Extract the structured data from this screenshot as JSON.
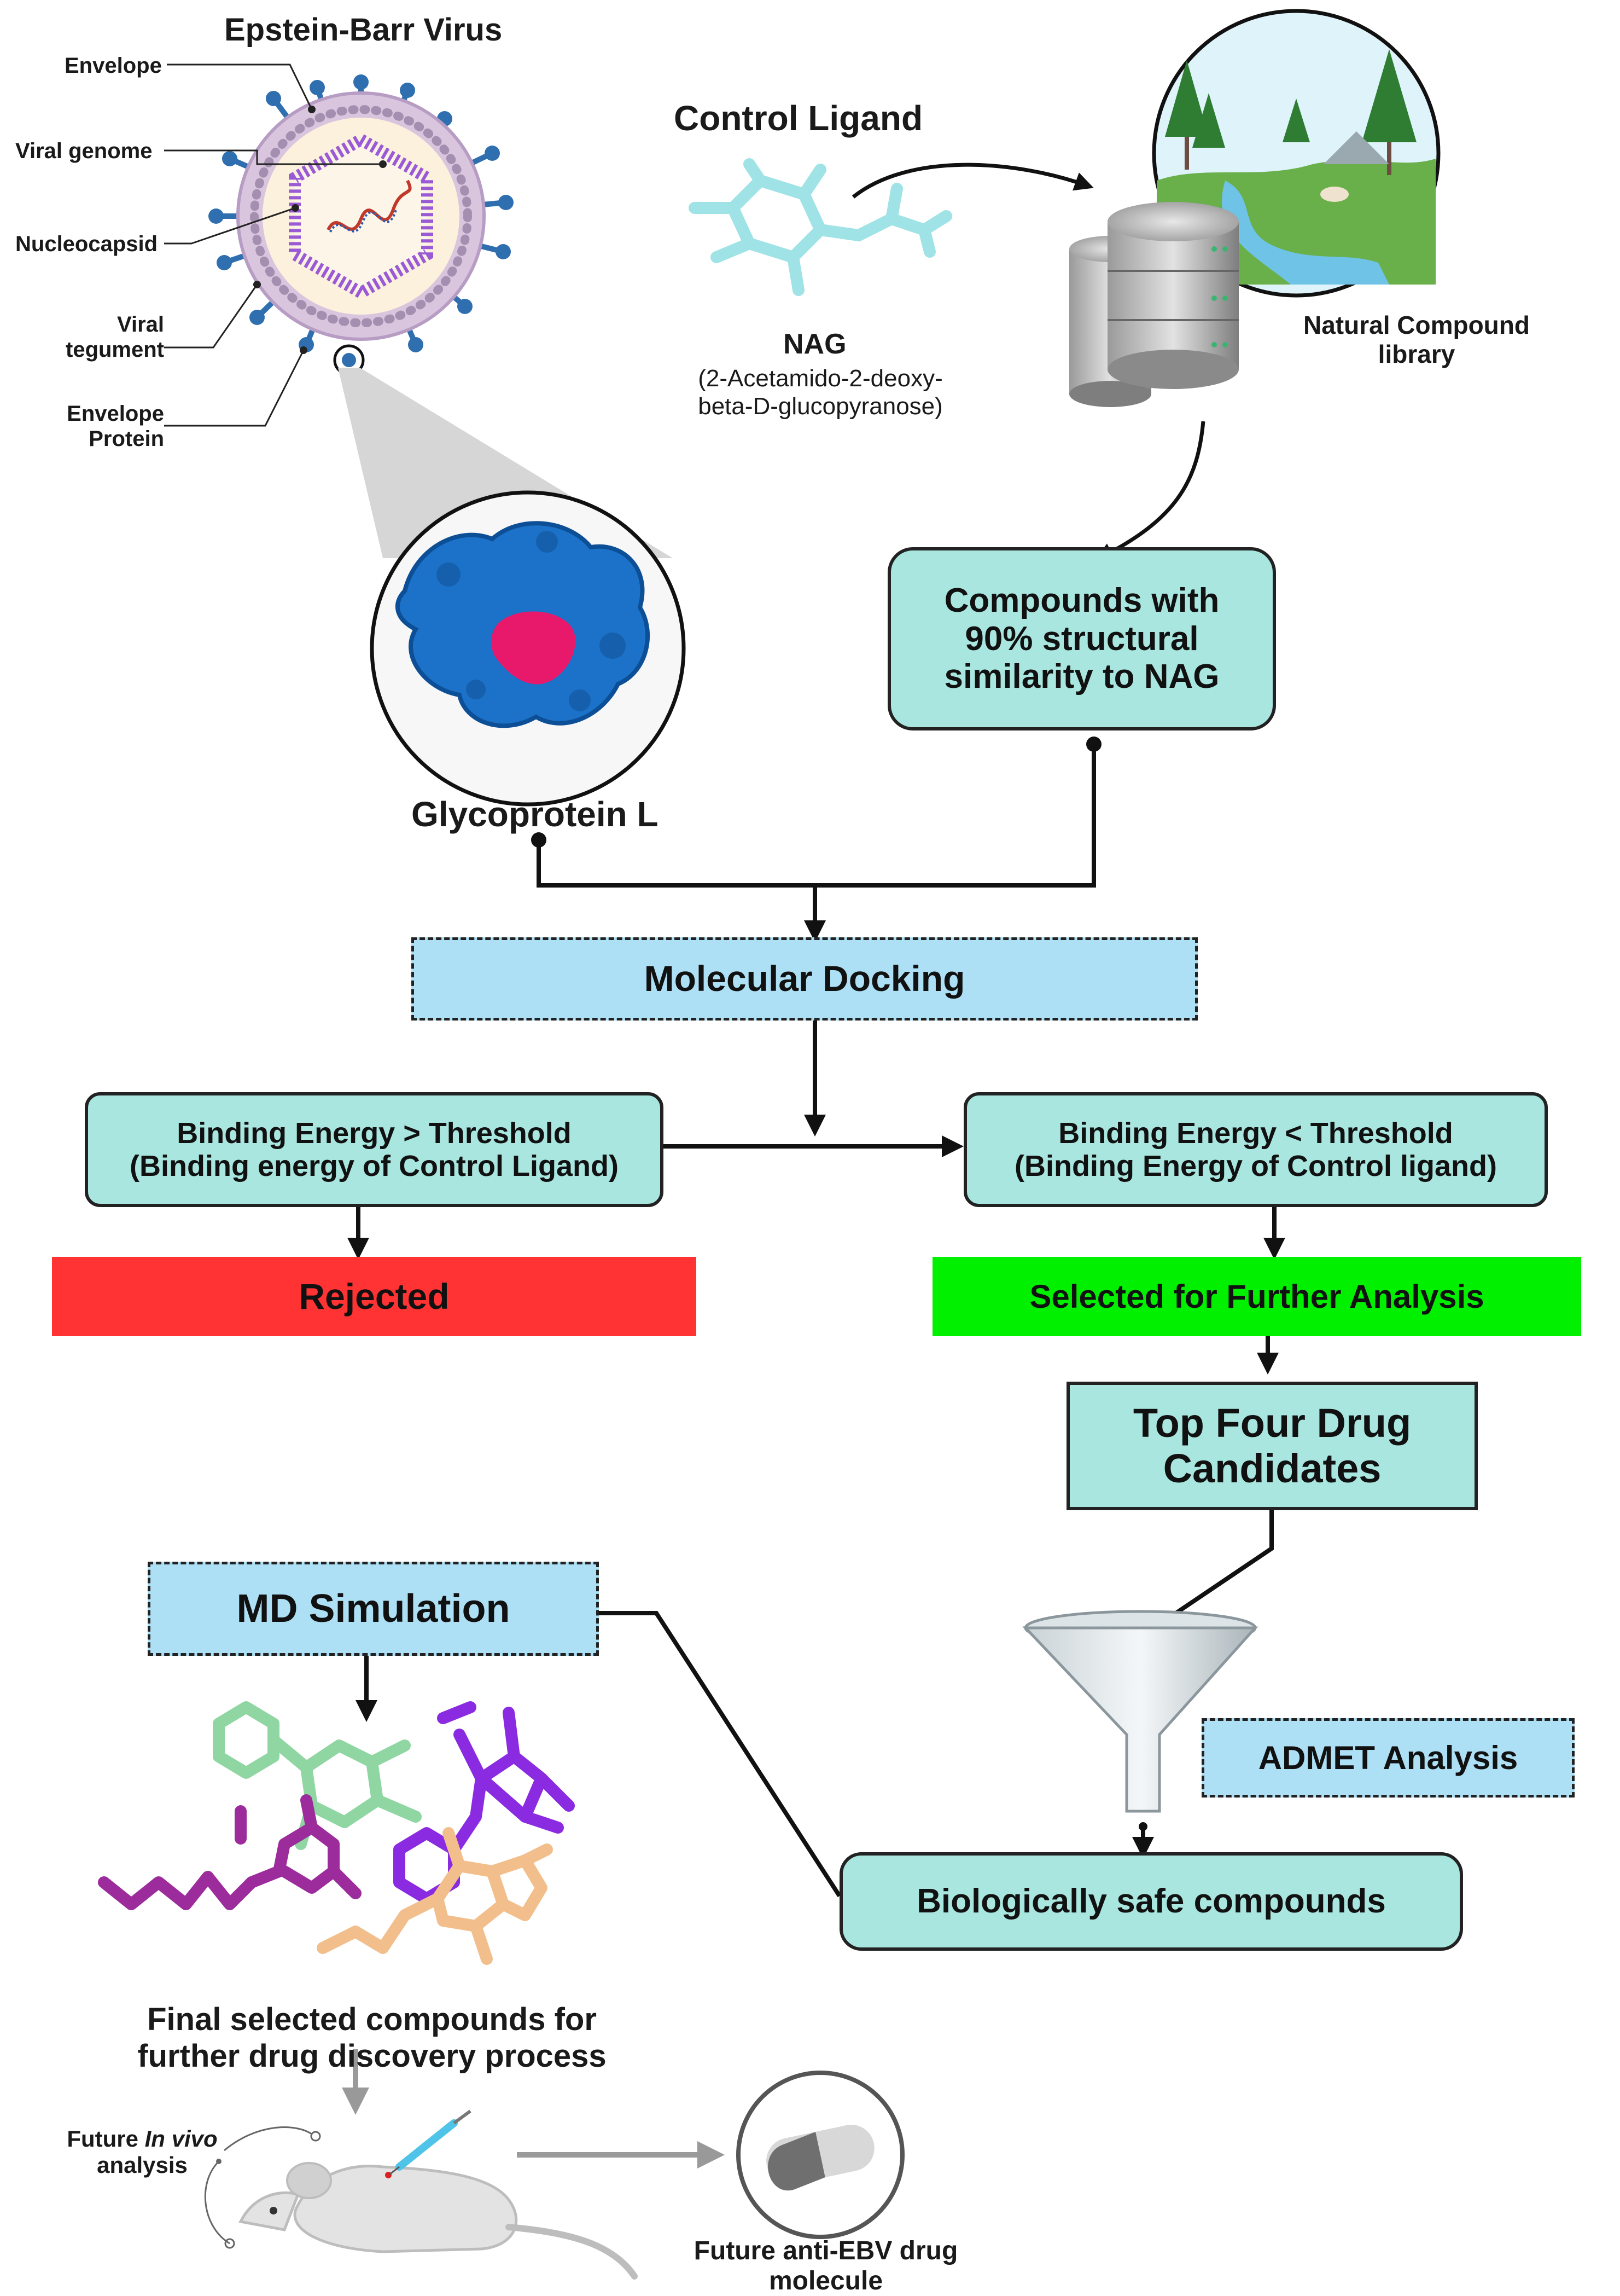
{
  "virus": {
    "title": "Epstein-Barr Virus",
    "labels": {
      "envelope": "Envelope",
      "viral_genome": "Viral genome",
      "nucleocapsid": "Nucleocapsid",
      "viral_tegument": "Viral\ntegument",
      "envelope_protein": "Envelope\nProtein"
    }
  },
  "control": {
    "title": "Control Ligand",
    "ligand_name": "NAG",
    "ligand_full": "(2-Acetamido-2-deoxy-\nbeta-D-glucopyranose)"
  },
  "library": {
    "label": "Natural Compound\nlibrary"
  },
  "protein": {
    "label": "Glycoprotein L"
  },
  "steps": {
    "similar_compounds": "Compounds with\n90% structural\nsimilarity to NAG",
    "docking": "Molecular Docking",
    "energy_high": "Binding Energy > Threshold\n(Binding energy of Control Ligand)",
    "energy_low": "Binding Energy < Threshold\n(Binding Energy of Control ligand)",
    "rejected": "Rejected",
    "selected": "Selected for Further Analysis",
    "top_four": "Top Four Drug\nCandidates",
    "admet": "ADMET Analysis",
    "safe": "Biologically safe compounds",
    "md": "MD Simulation",
    "final": "Final selected compounds for\nfurther drug discovery process"
  },
  "future": {
    "in_vivo_prefix": "Future ",
    "in_vivo_italic": "In vivo",
    "in_vivo_suffix": "analysis",
    "drug": "Future anti-EBV drug\nmolecule"
  },
  "colors": {
    "teal_box": "#a8e6df",
    "dashed_box": "#aee0f5",
    "rejected": "#ff3333",
    "selected": "#00f000",
    "protein_blue": "#1b72c8",
    "binding_site": "#e8196b"
  }
}
